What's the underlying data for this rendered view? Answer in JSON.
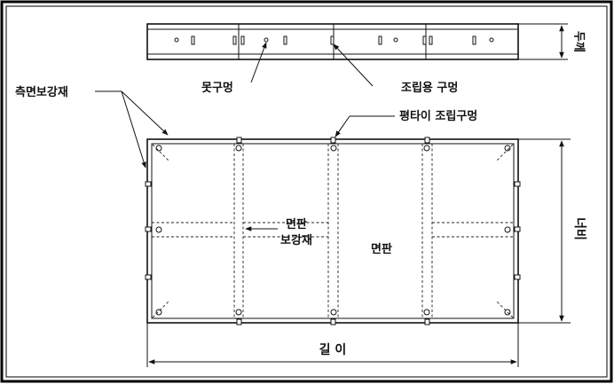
{
  "labels": {
    "side_stiffener": "측면보강재",
    "nail_hole": "못구멍",
    "assembly_hole": "조립용 구멍",
    "flat_tie_hole": "평타이 조립구멍",
    "panel_stiffener_line1": "면판",
    "panel_stiffener_line2": "보강재",
    "panel": "면판",
    "thickness": "두께",
    "width": "너비",
    "length": "길 이"
  },
  "colors": {
    "line": "#111111",
    "background": "#ffffff",
    "frame": "#000000"
  }
}
